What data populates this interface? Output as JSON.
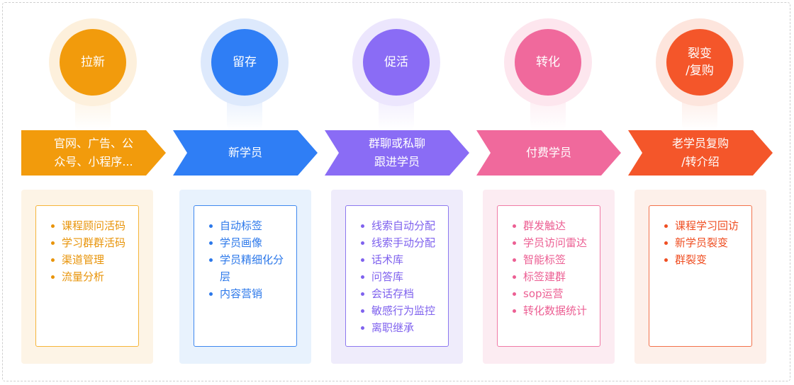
{
  "stages": [
    {
      "circle": "拉新",
      "banner": "官网、广告、公\n众号、小程序...",
      "items": [
        "课程顾问活码",
        "学习群群活码",
        "渠道管理",
        "流量分析"
      ],
      "color": "#f29b0c",
      "halo": "#fdf0dc",
      "panel": "#fdf4e6",
      "box_border": "#f5b53a",
      "text": "#e8940a"
    },
    {
      "circle": "留存",
      "banner": "新学员",
      "items": [
        "自动标签",
        "学员画像",
        "学员精细化分层",
        "内容营销"
      ],
      "color": "#2f7ef5",
      "halo": "#dde9fc",
      "panel": "#e8f2fd",
      "box_border": "#3f88ef",
      "text": "#2c78ea"
    },
    {
      "circle": "促活",
      "banner": "群聊或私聊\n跟进学员",
      "items": [
        "线索自动分配",
        "线索手动分配",
        "话术库",
        "问答库",
        "会话存档",
        "敏感行为监控",
        "离职继承"
      ],
      "color": "#8a6cf5",
      "halo": "#ece6fd",
      "panel": "#efecfb",
      "box_border": "#8d78ef",
      "text": "#7f62ee"
    },
    {
      "circle": "转化",
      "banner": "付费学员",
      "items": [
        "群发触达",
        "学员访问雷达",
        "智能标签",
        "标签建群",
        "sop运营",
        "转化数据统计"
      ],
      "color": "#f0699c",
      "halo": "#fde6ee",
      "panel": "#fcecf2",
      "box_border": "#f07aa6",
      "text": "#ec5f93"
    },
    {
      "circle": "裂变\n/复购",
      "banner": "老学员复购\n/转介绍",
      "items": [
        "课程学习回访",
        "新学员裂变",
        "群裂变"
      ],
      "color": "#f4562a",
      "halo": "#fde5dd",
      "panel": "#fdf0ea",
      "box_border": "#f2724b",
      "text": "#ef4e22"
    }
  ]
}
